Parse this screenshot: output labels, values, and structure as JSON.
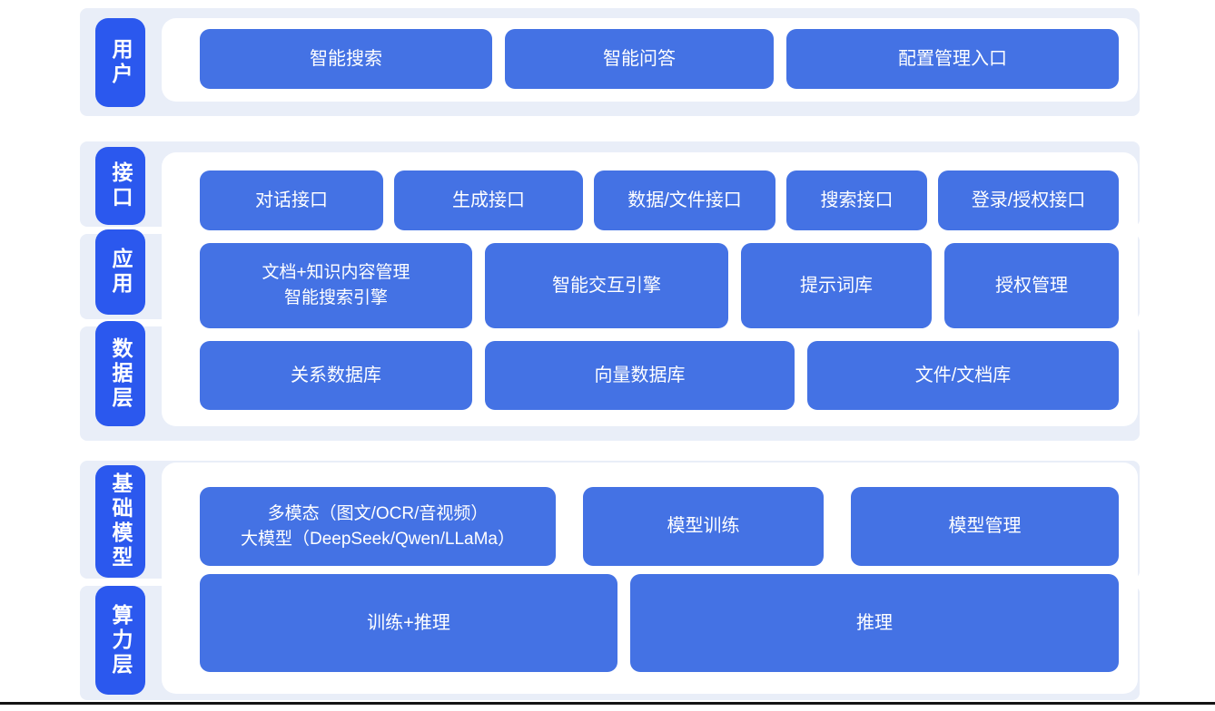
{
  "colors": {
    "band": "#e9eef8",
    "panel": "#ffffff",
    "box": "#4472e4",
    "tab": "#2b58ee",
    "text": "#ffffff",
    "line": "#141414"
  },
  "tabs": {
    "user": "用户",
    "interface": "接口",
    "application": "应用",
    "data_layer": "数据层",
    "foundation_model": "基础模型",
    "compute_layer": "算力层"
  },
  "user_row": {
    "smart_search": "智能搜索",
    "smart_qa": "智能问答",
    "config_entry": "配置管理入口"
  },
  "interface_row": {
    "dialog_api": "对话接口",
    "generation_api": "生成接口",
    "data_file_api": "数据/文件接口",
    "search_api": "搜索接口",
    "login_auth_api": "登录/授权接口"
  },
  "application_row": {
    "doc_knowledge_engine": "文档+知识内容管理\n智能搜索引擎",
    "interactive_engine": "智能交互引擎",
    "prompt_library": "提示词库",
    "auth_management": "授权管理"
  },
  "data_row": {
    "relational_db": "关系数据库",
    "vector_db": "向量数据库",
    "file_doc_db": "文件/文档库"
  },
  "model_row": {
    "multimodal_llm": "多模态（图文/OCR/音视频）\n大模型（DeepSeek/Qwen/LLaMa）",
    "model_training": "模型训练",
    "model_management": "模型管理"
  },
  "compute_row": {
    "training_inference": "训练+推理",
    "inference": "推理"
  }
}
